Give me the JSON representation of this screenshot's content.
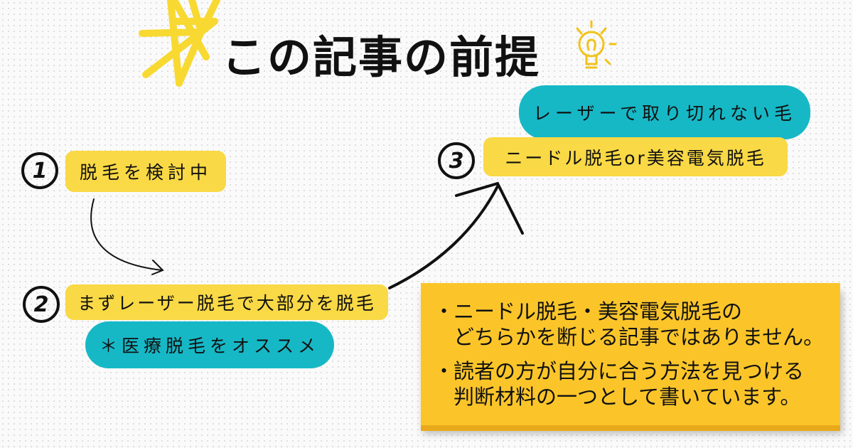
{
  "title": "この記事の前提",
  "steps": [
    {
      "number": "1",
      "label": "脱毛を検討中"
    },
    {
      "number": "2",
      "label": "まずレーザー脱毛で大部分を脱毛",
      "note": "＊医療脱毛をオススメ"
    },
    {
      "number": "3",
      "label": "ニードル脱毛or美容電気脱毛",
      "note": "レーザーで取り切れない毛"
    }
  ],
  "notice": {
    "bullet": "・",
    "items": [
      {
        "line1": "ニードル脱毛・美容電気脱毛の",
        "line2": "どちらかを断じる記事ではありません。"
      },
      {
        "line1": "読者の方が自分に合う方法を見つける",
        "line2": "判断材料の一つとして書いています。"
      }
    ]
  },
  "colors": {
    "yellow": "#f9d945",
    "teal": "#17b8c6",
    "note": "#fbc52a"
  }
}
